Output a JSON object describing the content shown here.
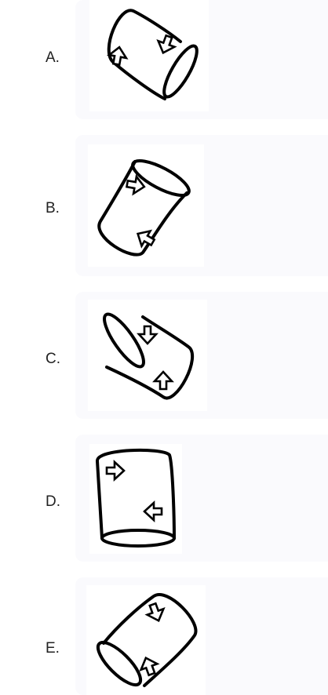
{
  "options": [
    {
      "letter": "A.",
      "icon": "tilted-cylinder-arrows-icon"
    },
    {
      "letter": "B.",
      "icon": "tilted-cylinder-arrows-icon"
    },
    {
      "letter": "C.",
      "icon": "tilted-cylinder-arrows-icon"
    },
    {
      "letter": "D.",
      "icon": "upright-cylinder-arrows-icon"
    },
    {
      "letter": "E.",
      "icon": "tilted-cylinder-arrows-icon"
    }
  ]
}
